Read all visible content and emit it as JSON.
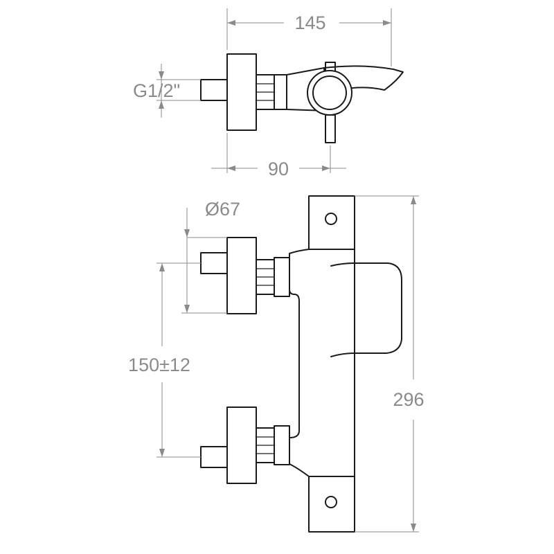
{
  "dimensions": {
    "width_top": "145",
    "depth_top": "90",
    "thread": "G1/2\"",
    "flange_diameter": "Ø67",
    "center_distance": "150±12",
    "height": "296"
  }
}
